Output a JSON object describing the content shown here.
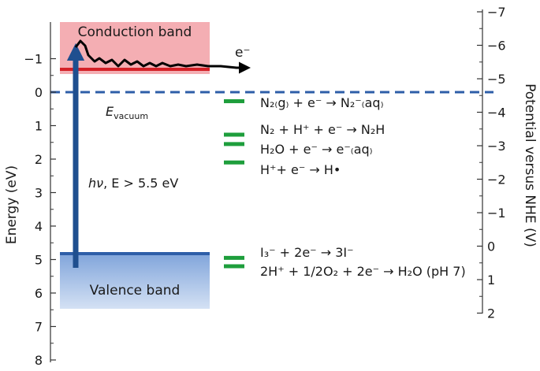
{
  "colors": {
    "conduction_band": "#f2a0a6",
    "conduction_edge": "#d42027",
    "valence_band": "#8fb0e0",
    "valence_edge": "#2e5ea8",
    "vacuum_line": "#2e5ea8",
    "arrow": "#1f4f8f",
    "redox_marker": "#1e9e3c",
    "electron_trace": "#000000"
  },
  "left_axis": {
    "title": "Energy (eV)",
    "ticks": [
      "−1",
      "0",
      "1",
      "2",
      "3",
      "4",
      "5",
      "6",
      "7",
      "8"
    ],
    "tick_values": [
      -1,
      0,
      1,
      2,
      3,
      4,
      5,
      6,
      7,
      8
    ]
  },
  "right_axis": {
    "title": "Potential versus NHE (V)",
    "ticks": [
      "−7",
      "−6",
      "−5",
      "−4",
      "−3",
      "−2",
      "−1",
      "0",
      "1",
      "2"
    ],
    "tick_values": [
      -7,
      -6,
      -5,
      -4,
      -3,
      -2,
      -1,
      0,
      1,
      2
    ]
  },
  "bands": {
    "conduction_label": "Conduction band",
    "conduction_edge_energy": -0.65,
    "valence_label": "Valence band",
    "valence_edge_energy": 4.85
  },
  "vacuum": {
    "label_main": "E",
    "label_sub": "vacuum",
    "energy": 0
  },
  "excitation_label": {
    "hv": "hν",
    "condition": ", E > 5.5 eV"
  },
  "electron_label": "e⁻",
  "redox": [
    {
      "energy": 0.27,
      "eq": "N₂₍g₎ + e⁻ → N₂⁻₍aq₎"
    },
    {
      "energy": 1.27,
      "eq": "N₂ + H⁺ + e⁻ → N₂H"
    },
    {
      "energy": 1.55,
      "eq": "H₂O + e⁻ → e⁻₍aq₎"
    },
    {
      "energy": 2.1,
      "eq": "H⁺+ e⁻ → H•"
    },
    {
      "energy": 4.95,
      "eq": "I₃⁻ + 2e⁻ → 3I⁻"
    },
    {
      "energy": 5.2,
      "eq": "2H⁺ + 1/2O₂ + 2e⁻ → H₂O (pH 7)"
    }
  ]
}
